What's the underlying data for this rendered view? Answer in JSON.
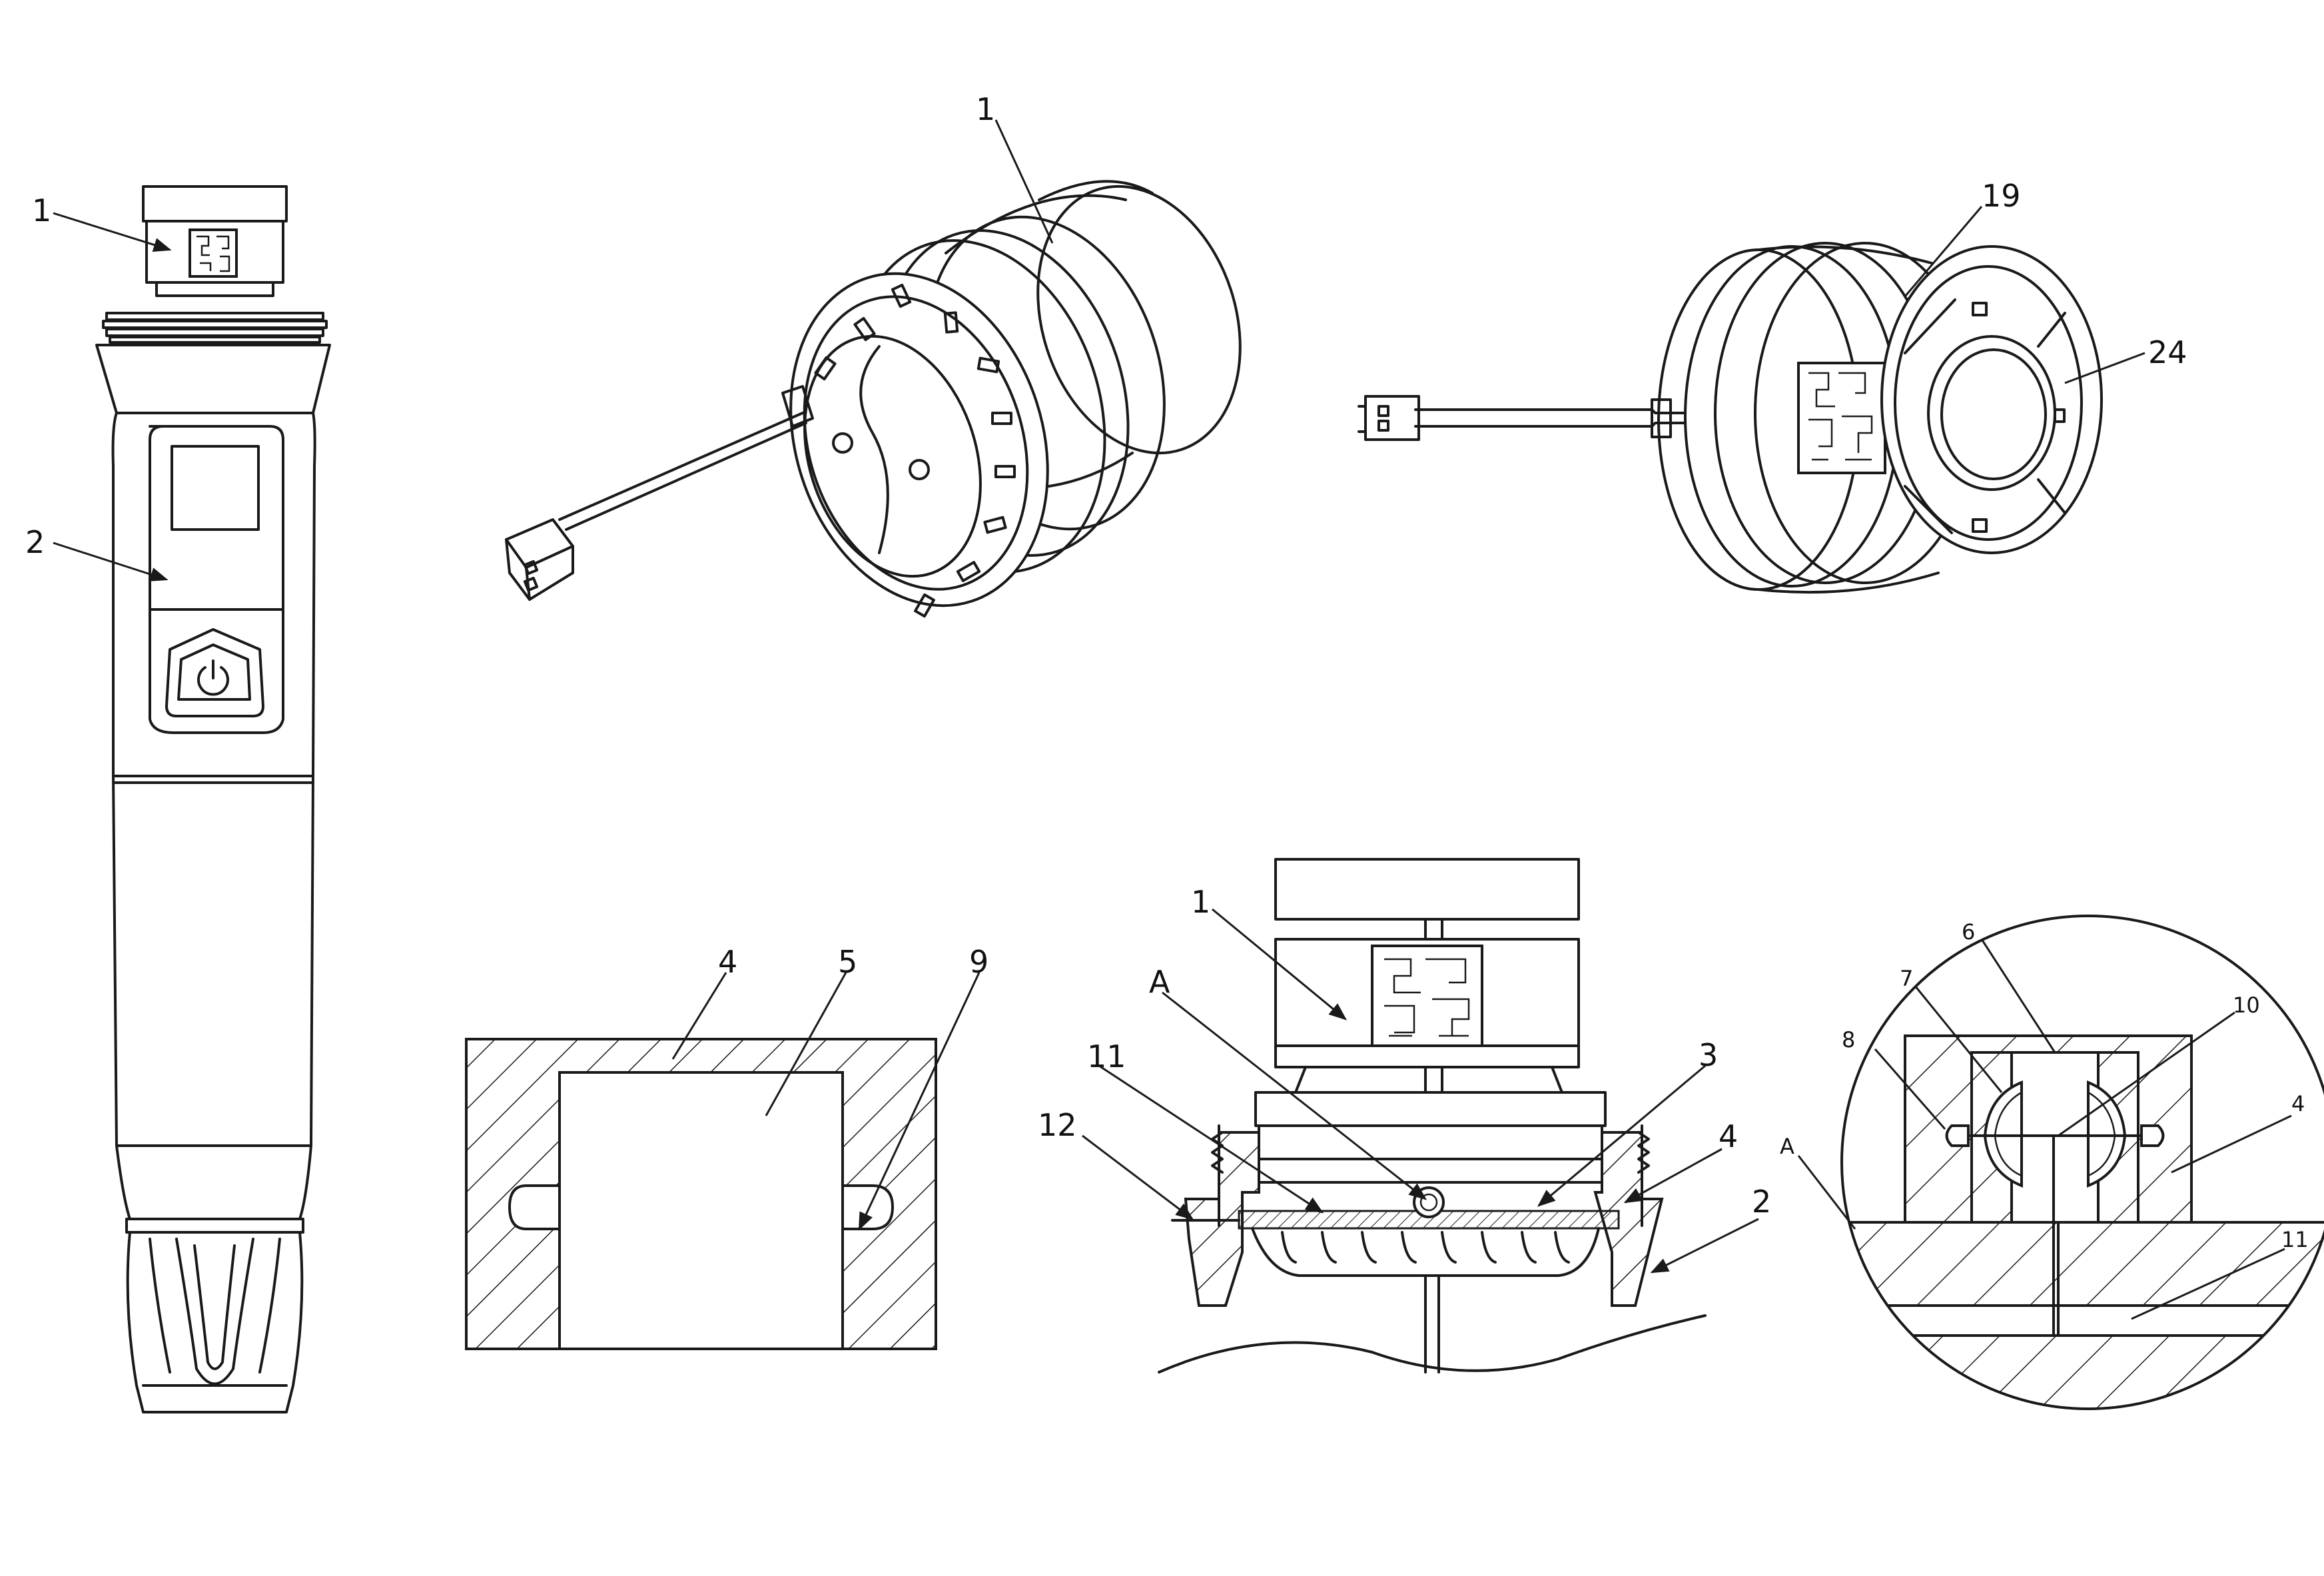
{
  "views": {
    "pen": {
      "labels": [
        "1",
        "2"
      ]
    },
    "module_front": {
      "labels": [
        "1"
      ]
    },
    "module_rear": {
      "labels": [
        "19",
        "24"
      ]
    },
    "section_block": {
      "labels": [
        "4",
        "5",
        "9"
      ]
    },
    "assembly": {
      "labels": [
        "1",
        "A",
        "11",
        "12",
        "3",
        "4",
        "2"
      ]
    },
    "detail_a": {
      "labels": [
        "6",
        "7",
        "10",
        "8",
        "4",
        "A",
        "11"
      ]
    }
  }
}
